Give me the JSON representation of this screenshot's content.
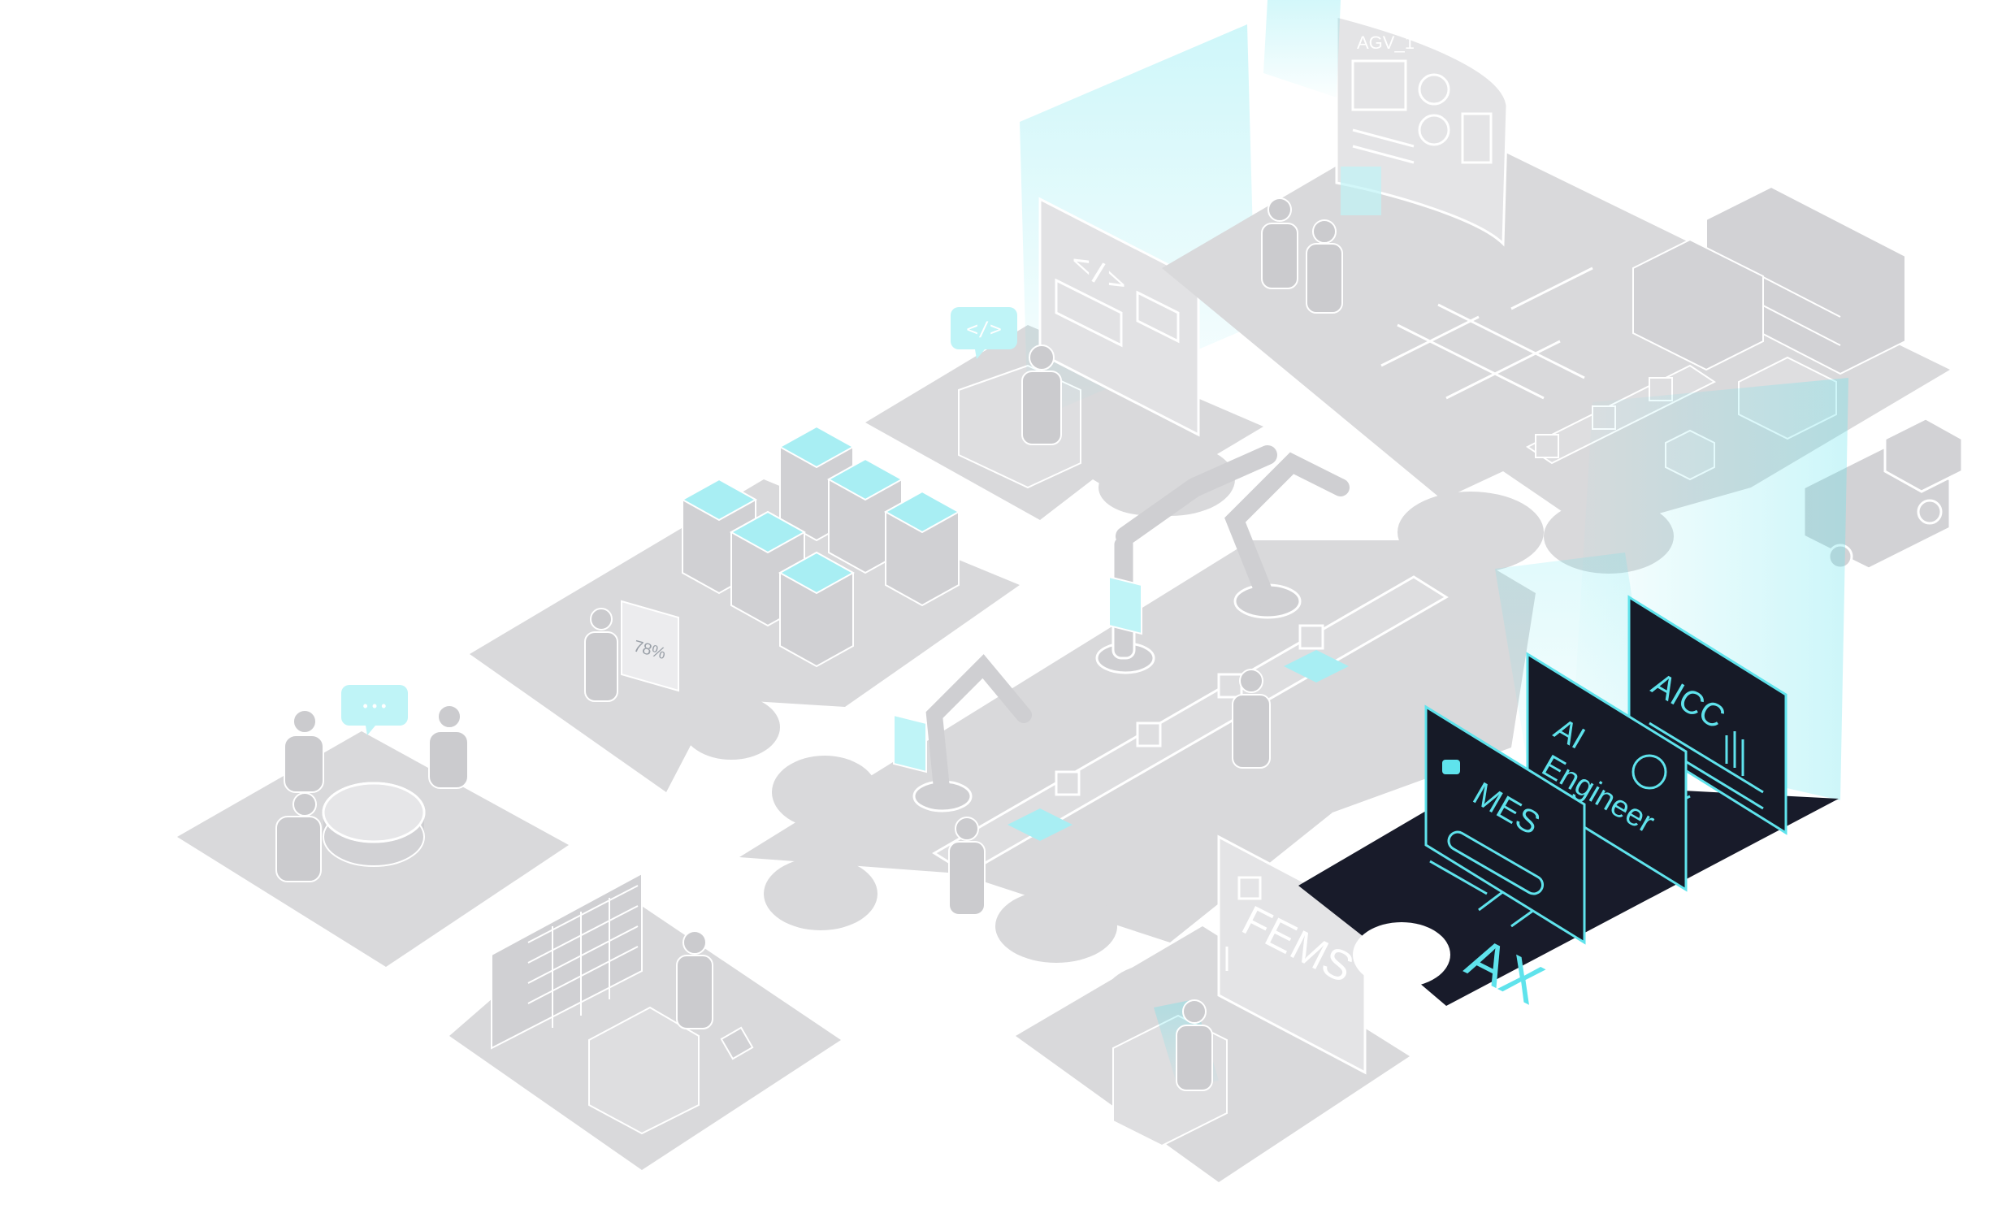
{
  "labels": {
    "agv": "AGV_1",
    "code_tag": "</>",
    "code_board": "</>",
    "chat_dots": "• • •",
    "percent": "78%",
    "fems": "FEMS",
    "mes": "MES",
    "ai_engineer_line1": "AI",
    "ai_engineer_line2": "Engineer",
    "aicc": "AICC",
    "ax": "AX"
  },
  "colors": {
    "tile": "#d9d9db",
    "tile_line": "#ffffff",
    "dark_tile": "#181b2a",
    "accent": "#5fe3ec",
    "accent_soft": "#bff4f7",
    "screen_dark": "#161a27"
  }
}
